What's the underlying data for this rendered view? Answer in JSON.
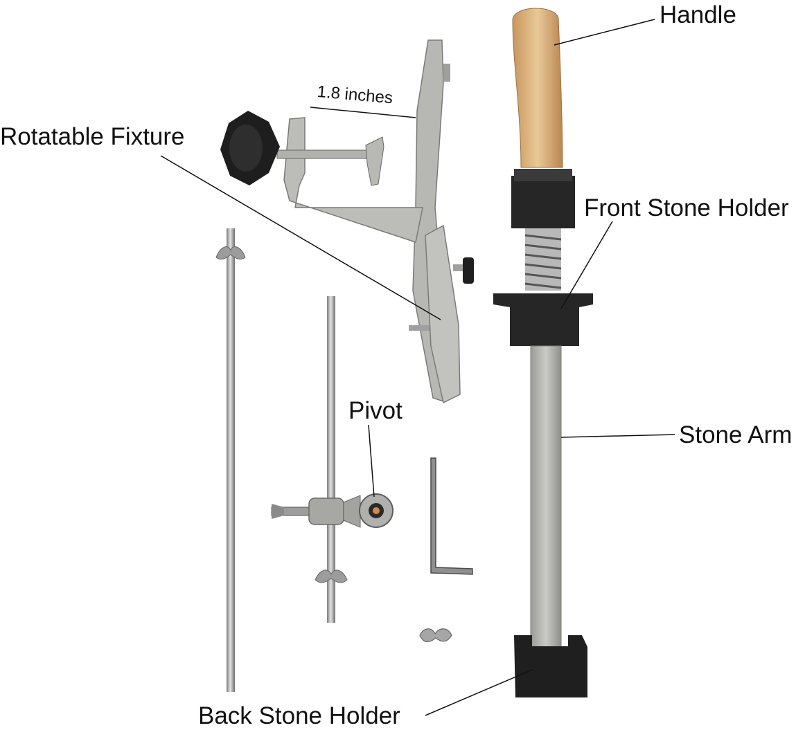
{
  "labels": {
    "handle": "Handle",
    "rotatable_fixture": "Rotatable Fixture",
    "front_stone_holder": "Front Stone Holder",
    "pivot": "Pivot",
    "stone_arm": "Stone Arm",
    "back_stone_holder": "Back Stone Holder"
  },
  "dimension": "1.8 inches",
  "colors": {
    "background": "#ffffff",
    "aluminum": "#b9b9b5",
    "wood": "#d8b07e",
    "black_plastic": "#262626",
    "steel": "#a8a8a8"
  }
}
